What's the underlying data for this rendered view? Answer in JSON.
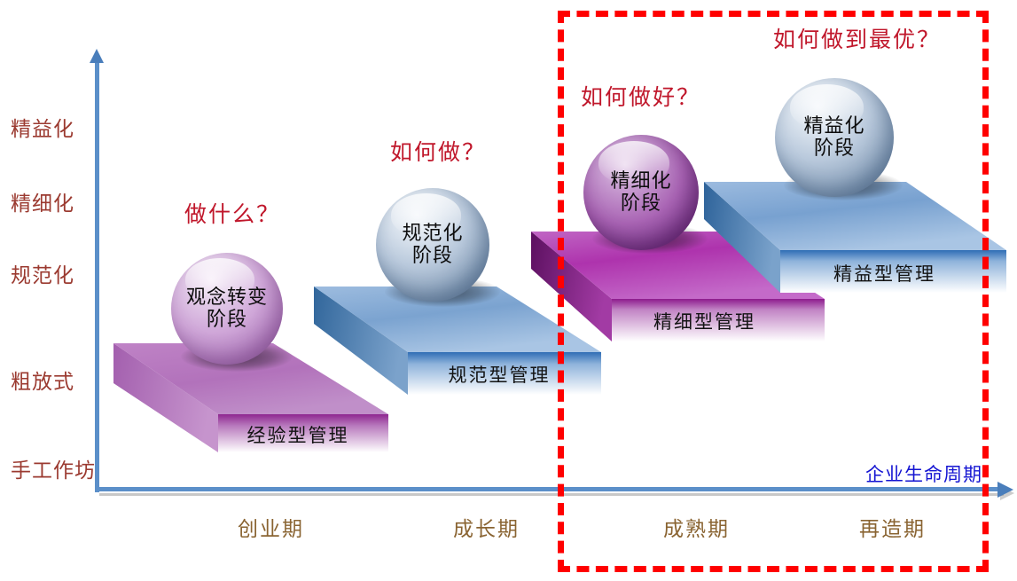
{
  "diagram": {
    "title_axis_x": "企业生命周期",
    "y_axis_labels": [
      "精益化",
      "精细化",
      "规范化",
      "粗放式",
      "手工作坊"
    ],
    "x_axis_labels": [
      "创业期",
      "成长期",
      "成熟期",
      "再造期"
    ],
    "colors": {
      "axis": "#5b8fc9",
      "y_label": "#9b3a30",
      "x_label": "#8a6432",
      "axis_title": "#1414d2",
      "question": "#c0172b",
      "focus_rect": "#ff0000",
      "slab_purple": "#b06cb8",
      "slab_blue": "#6d9bd1",
      "slab_magenta": "#a32a9e"
    },
    "questions": [
      "做什么？",
      "如何做？",
      "如何做好？",
      "如何做到最优？"
    ],
    "steps": [
      {
        "sphere_line1": "观念转变",
        "sphere_line2": "阶段",
        "slab_label": "经验型管理",
        "question": "做什么？",
        "stage": "创业期",
        "level": "粗放式"
      },
      {
        "sphere_line1": "规范化",
        "sphere_line2": "阶段",
        "slab_label": "规范型管理",
        "question": "如何做？",
        "stage": "成长期",
        "level": "规范化"
      },
      {
        "sphere_line1": "精细化",
        "sphere_line2": "阶段",
        "slab_label": "精细型管理",
        "question": "如何做好？",
        "stage": "成熟期",
        "level": "精细化"
      },
      {
        "sphere_line1": "精益化",
        "sphere_line2": "阶段",
        "slab_label": "精益型管理",
        "question": "如何做到最优？",
        "stage": "再造期",
        "level": "精益化"
      }
    ]
  }
}
